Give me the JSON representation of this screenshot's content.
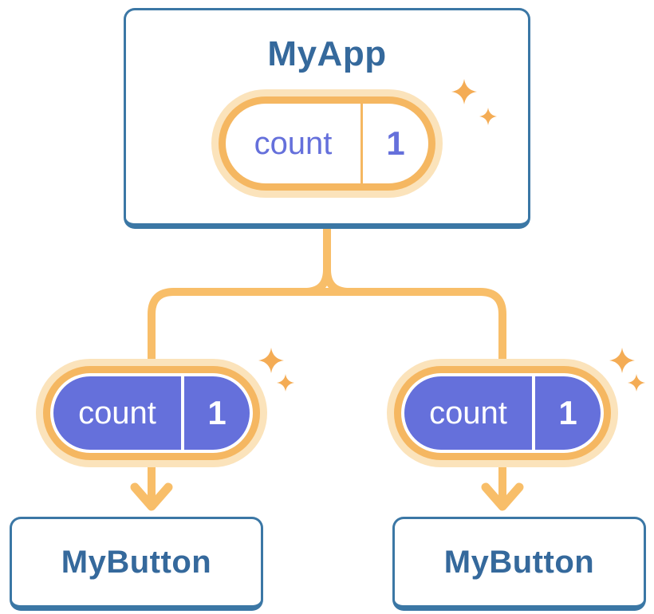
{
  "colors": {
    "card_border": "#3B77A5",
    "card_bg": "#FFFFFF",
    "title_text": "#35699C",
    "orange_line": "#F8BE69",
    "orange_ring": "#F5B761",
    "orange_glow": "#FBE3BB",
    "sparkle": "#F4AC55",
    "purple_fill": "#6570DB",
    "purple_text": "#6570DB"
  },
  "tree": {
    "root": {
      "component": "MyApp",
      "state": {
        "key": "count",
        "value": "1"
      }
    },
    "children": [
      {
        "component": "MyButton",
        "prop": {
          "key": "count",
          "value": "1"
        }
      },
      {
        "component": "MyButton",
        "prop": {
          "key": "count",
          "value": "1"
        }
      }
    ]
  }
}
